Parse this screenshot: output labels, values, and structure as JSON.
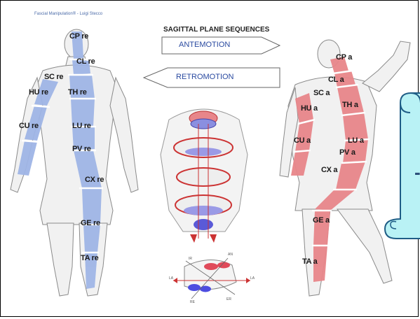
{
  "credit": "Fascial Manipulation® - Luigi Stecco",
  "title": "SAGITTAL PLANE SEQUENCES",
  "arrows": {
    "antemotion": "ANTEMOTION",
    "retromotion": "RETROMOTION"
  },
  "retro_labels": [
    "CP re",
    "CL re",
    "SC re",
    "HU re",
    "TH re",
    "CU re",
    "LU re",
    "PV re",
    "CX re",
    "GE re",
    "TA re"
  ],
  "ante_labels": [
    "CP a",
    "CL a",
    "SC a",
    "HU a",
    "TH a",
    "CU a",
    "LU a",
    "PV a",
    "CX a",
    "GE a",
    "TA a"
  ],
  "small_diagram_labels": {
    "an": "AN",
    "ir": "IR",
    "la_left": "LA",
    "la_right": "LA",
    "re": "RE",
    "er": "ER"
  },
  "colors": {
    "retro_band": "#9fb5e6",
    "ante_band": "#e8868a",
    "scroll_fill": "#b9f2f5",
    "scroll_edge": "#1f5d86",
    "body_outline": "#7a7a7a"
  },
  "scroll_partial_glyph": "-"
}
